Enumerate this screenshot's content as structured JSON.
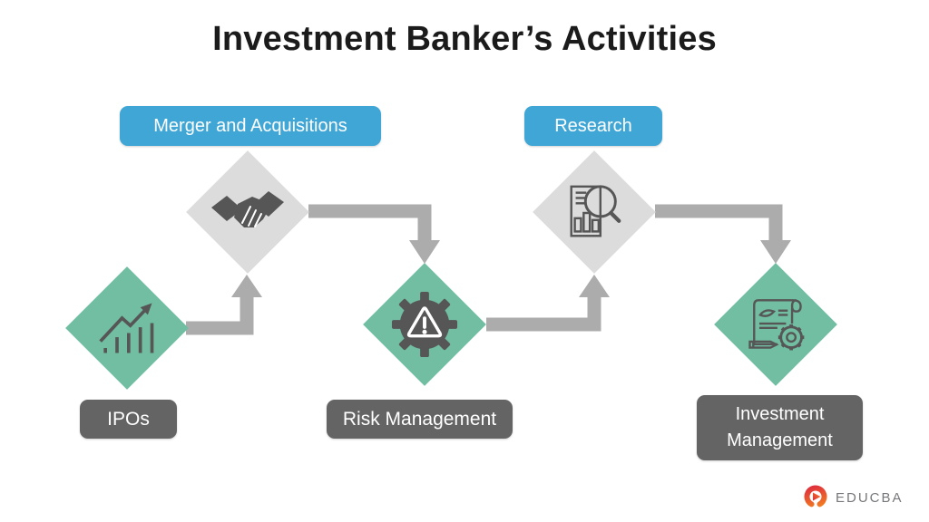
{
  "title": "Investment Banker’s Activities",
  "colors": {
    "teal": "#71BEA2",
    "diamond-gray": "#DCDCDC",
    "arrow": "#ACACAC",
    "blue": "#3FA6D6",
    "dark": "#646464",
    "icon": "#565656",
    "title-color": "#1b1b1b",
    "logo-red": "#DD2B3E",
    "logo-orange": "#F58220",
    "logo-text": "#77787B"
  },
  "nodes": {
    "ipos": {
      "label": "IPOs",
      "icon": "growth-chart-icon"
    },
    "ma": {
      "label": "Merger and Acquisitions",
      "icon": "handshake-icon"
    },
    "risk": {
      "label": "Risk Management",
      "icon": "warning-gear-icon"
    },
    "research": {
      "label": "Research",
      "icon": "magnifier-chart-icon"
    },
    "investment": {
      "label": "Investment Management",
      "icon": "scroll-gear-icon"
    }
  },
  "flow_order": [
    "ipos",
    "ma",
    "risk",
    "research",
    "investment"
  ],
  "logo": {
    "text": "EDUCBA"
  }
}
